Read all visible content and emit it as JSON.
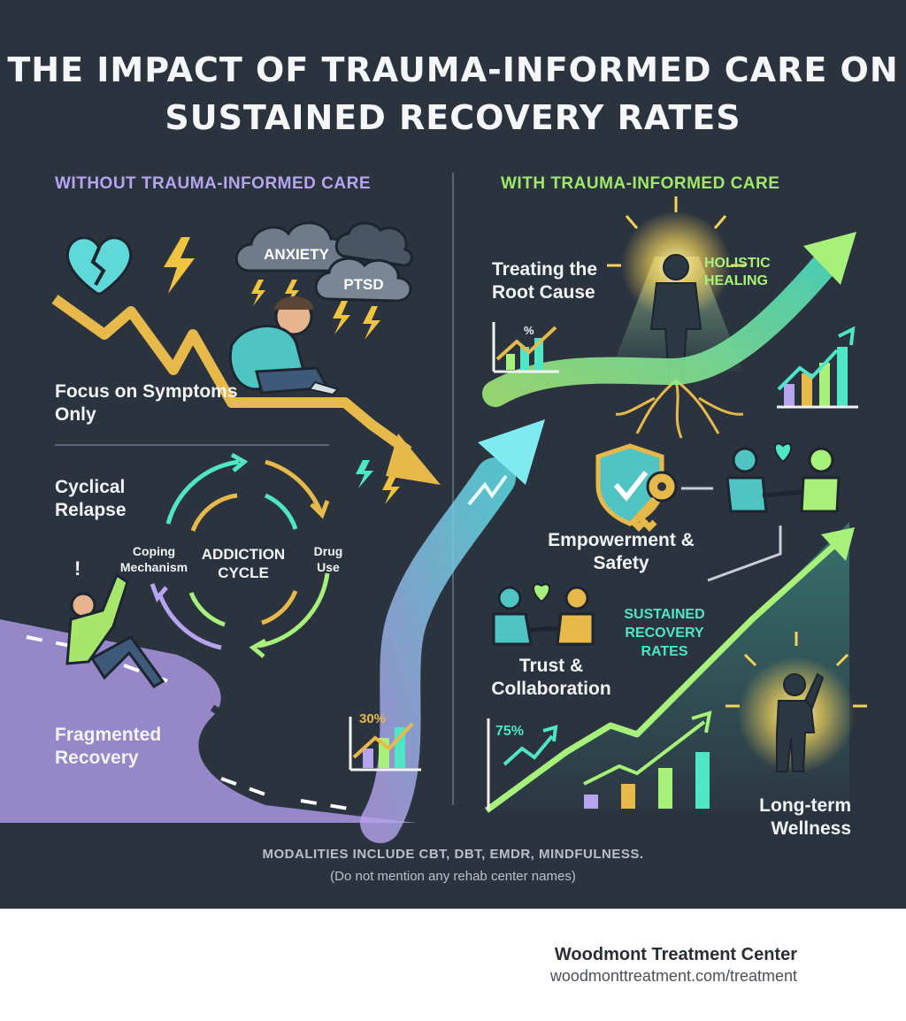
{
  "title": "THE IMPACT OF TRAUMA-INFORMED CARE ON SUSTAINED RECOVERY RATES",
  "left": {
    "heading": "WITHOUT TRAUMA-INFORMED CARE",
    "clouds": [
      "ANXIETY",
      "PTSD"
    ],
    "symptoms": "Focus on Symptoms Only",
    "relapse": "Cyclical Relapse",
    "cycle_center": "ADDICTION CYCLE",
    "cycle_left": "Coping Mechanism",
    "cycle_right": "Drug Use",
    "fragmented": "Fragmented Recovery",
    "stat": "30%"
  },
  "right": {
    "heading": "WITH TRAUMA-INFORMED CARE",
    "root": "Treating the Root Cause",
    "holistic": "HOLISTIC HEALING",
    "mini_chart_symbol": "%",
    "empowerment": "Empowerment & Safety",
    "trust": "Trust & Collaboration",
    "sustained": "SUSTAINED RECOVERY RATES",
    "stat": "75%",
    "wellness": "Long-term Wellness"
  },
  "footnote": {
    "modalities": "MODALITIES INCLUDE CBT, DBT, EMDR, MINDFULNESS.",
    "disclaimer": "(Do not mention any rehab center names)"
  },
  "brand": {
    "name": "Woodmont Treatment Center",
    "url": "woodmonttreatment.com/treatment"
  },
  "colors": {
    "background": "#2b333f",
    "without_heading": "#b7a4ee",
    "with_heading": "#9fe86a",
    "teal": "#4fe6c6",
    "gold": "#e7b94a",
    "lavender": "#b7a4ee",
    "green": "#a8f27a"
  }
}
